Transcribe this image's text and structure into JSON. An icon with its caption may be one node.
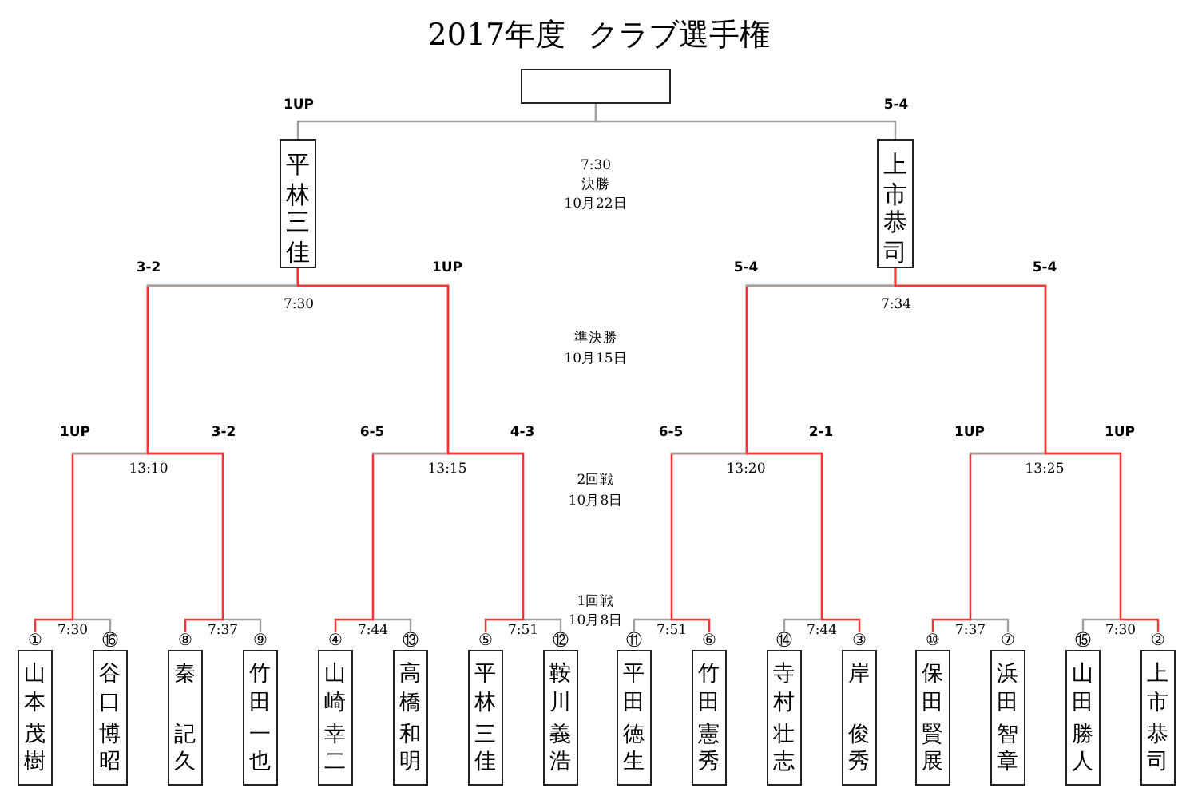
{
  "diagram": {
    "title": "2017年度 クラブ選手権",
    "nodes": [
      {
        "text": [],
        "shape": "box"
      },
      {
        "text": [
          "平林",
          "三佳"
        ]
      },
      {
        "text": [
          "上市",
          "恭司"
        ]
      },
      {
        "text": [
          "山本",
          "茂樹"
        ],
        "beside": [
          "①"
        ]
      },
      {
        "text": [
          "谷口",
          "博昭"
        ],
        "beside": [
          "⑯"
        ]
      },
      {
        "text": [
          "秦",
          "記久"
        ],
        "beside": [
          "⑧"
        ]
      },
      {
        "text": [
          "竹田",
          "一也"
        ],
        "beside": [
          "⑨"
        ]
      },
      {
        "text": [
          "山崎",
          "幸二"
        ],
        "beside": [
          "④"
        ]
      },
      {
        "text": [
          "高橋",
          "和明"
        ],
        "beside": [
          "⑬"
        ]
      },
      {
        "text": [
          "平林",
          "三佳"
        ],
        "beside": [
          "⑤"
        ]
      },
      {
        "text": [
          "鞍川",
          "義浩"
        ],
        "beside": [
          "⑫"
        ]
      },
      {
        "text": [
          "平田",
          "徳生"
        ],
        "beside": [
          "⑪"
        ]
      },
      {
        "text": [
          "竹田",
          "憲秀"
        ],
        "beside": [
          "⑥"
        ]
      },
      {
        "text": [
          "寺村",
          "壮志"
        ],
        "beside": [
          "⑭"
        ]
      },
      {
        "text": [
          "岸",
          "俊秀"
        ],
        "beside": [
          "③"
        ]
      },
      {
        "text": [
          "保田",
          "賢展"
        ],
        "beside": [
          "⑩"
        ]
      },
      {
        "text": [
          "浜田",
          "智章"
        ],
        "beside": [
          "⑦"
        ]
      },
      {
        "text": [
          "山田",
          "勝人"
        ],
        "beside": [
          "⑮"
        ]
      },
      {
        "text": [
          "上市",
          "恭司"
        ],
        "beside": [
          "②"
        ]
      }
    ],
    "edges": [
      {
        "from": 1,
        "to": 0,
        "arrow": "none"
      },
      {
        "from": 2,
        "to": 0,
        "arrow": "none"
      },
      {
        "from": 3,
        "to": 1,
        "arrow": "none"
      },
      {
        "from": 4,
        "to": 1,
        "arrow": "none"
      },
      {
        "from": 5,
        "to": 1,
        "arrow": "none"
      },
      {
        "from": 6,
        "to": 1,
        "arrow": "none"
      },
      {
        "from": 7,
        "to": 1,
        "arrow": "none"
      },
      {
        "from": 8,
        "to": 1,
        "arrow": "none"
      },
      {
        "from": 9,
        "to": 1,
        "arrow": "none",
        "color": "#ff3333"
      },
      {
        "from": 10,
        "to": 1,
        "arrow": "none"
      },
      {
        "from": 11,
        "to": 2,
        "arrow": "none"
      },
      {
        "from": 12,
        "to": 2,
        "arrow": "none"
      },
      {
        "from": 13,
        "to": 2,
        "arrow": "none"
      },
      {
        "from": 14,
        "to": 2,
        "arrow": "none"
      },
      {
        "from": 15,
        "to": 2,
        "arrow": "none"
      },
      {
        "from": 16,
        "to": 2,
        "arrow": "none"
      },
      {
        "from": 17,
        "to": 2,
        "arrow": "none"
      },
      {
        "from": 18,
        "to": 2,
        "arrow": "none",
        "color": "#ff3333"
      }
    ],
    "labels": [
      "1UP",
      "5-4",
      "7:30",
      "決勝",
      "10月22日",
      "3-2",
      "1UP",
      "5-4",
      "5-4",
      "7:30",
      "7:34",
      "準決勝",
      "10月15日",
      "1UP",
      "3-2",
      "6-5",
      "4-3",
      "6-5",
      "2-1",
      "1UP",
      "1UP",
      "13:10",
      "13:15",
      "13:20",
      "13:25",
      "2回戦",
      "10月8日",
      "1回戦",
      "10月8日",
      "7:30",
      "7:37",
      "7:44",
      "7:51",
      "7:51",
      "7:44",
      "7:37",
      "7:30"
    ]
  }
}
